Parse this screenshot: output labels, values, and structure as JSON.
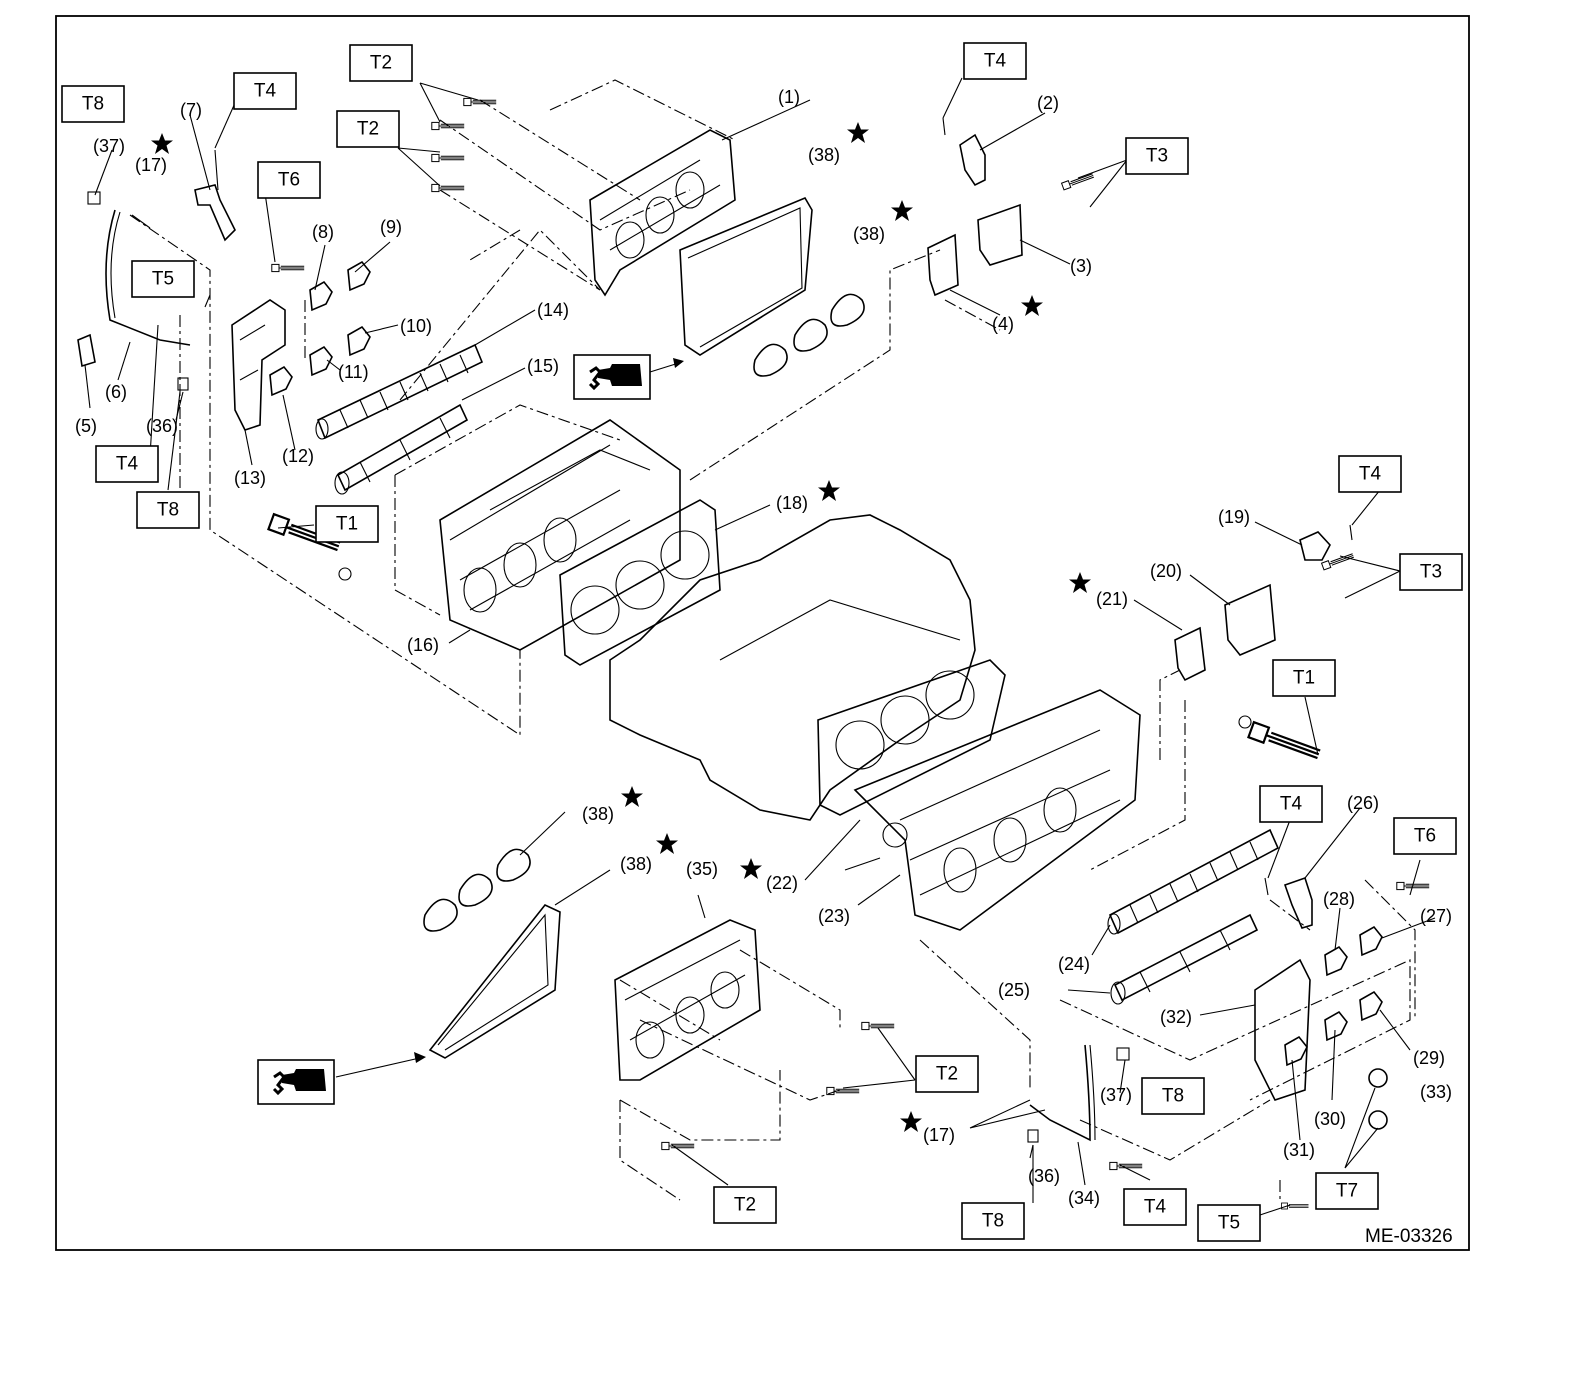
{
  "figure_code": "ME-03326",
  "torque_labels": [
    "T1",
    "T2",
    "T3",
    "T4",
    "T5",
    "T6",
    "T7",
    "T8"
  ],
  "callouts": {
    "c1": "(1)",
    "c2": "(2)",
    "c3": "(3)",
    "c4": "(4)",
    "c5": "(5)",
    "c6": "(6)",
    "c7": "(7)",
    "c8": "(8)",
    "c9": "(9)",
    "c10": "(10)",
    "c11": "(11)",
    "c12": "(12)",
    "c13": "(13)",
    "c14": "(14)",
    "c15": "(15)",
    "c16": "(16)",
    "c17": "(17)",
    "c18": "(18)",
    "c19": "(19)",
    "c20": "(20)",
    "c21": "(21)",
    "c22": "(22)",
    "c23": "(23)",
    "c24": "(24)",
    "c25": "(25)",
    "c26": "(26)",
    "c27": "(27)",
    "c28": "(28)",
    "c29": "(29)",
    "c30": "(30)",
    "c31": "(31)",
    "c32": "(32)",
    "c33": "(33)",
    "c34": "(34)",
    "c35": "(35)",
    "c36": "(36)",
    "c37": "(37)",
    "c38": "(38)"
  },
  "icons": [
    "star-icon",
    "sealant-tube-icon"
  ]
}
